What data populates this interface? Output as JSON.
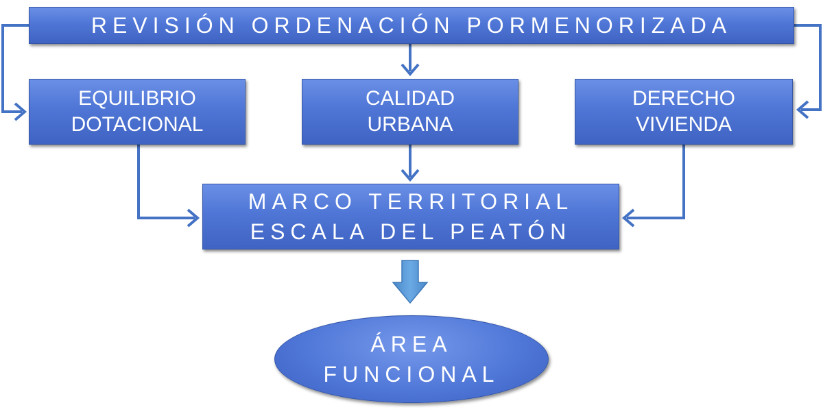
{
  "diagram": {
    "title": "REVISIÓN ORDENACIÓN PORMENORIZADA",
    "pillars": [
      {
        "line1": "EQUILIBRIO",
        "line2": "DOTACIONAL"
      },
      {
        "line1": "CALIDAD",
        "line2": "URBANA"
      },
      {
        "line1": "DERECHO",
        "line2": "VIVIENDA"
      }
    ],
    "framework": {
      "line1": "MARCO TERRITORIAL",
      "line2": "ESCALA DEL PEATÓN"
    },
    "result": {
      "line1": "ÁREA",
      "line2": "FUNCIONAL"
    }
  },
  "colors": {
    "box_fill": "#4f76d6",
    "connector": "#4472c4",
    "block_arrow": "#5b9bd5",
    "text": "#ffffff"
  }
}
